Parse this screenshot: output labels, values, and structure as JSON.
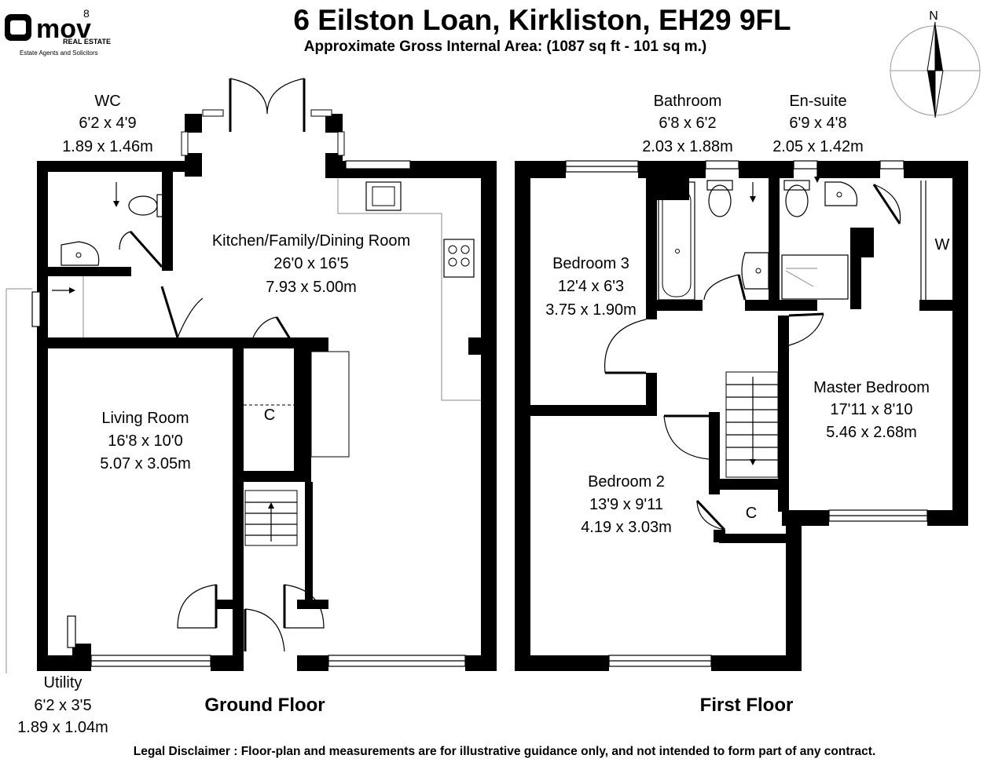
{
  "header": {
    "title": "6 Eilston Loan, Kirkliston, EH29 9FL",
    "subtitle": "Approximate Gross Internal Area: (1087 sq ft - 101 sq m.)"
  },
  "logo": {
    "brand": "mov",
    "superscript": "8",
    "line1": "REAL ESTATE",
    "line2": "Estate Agents and Solicitors"
  },
  "compass": {
    "north_label": "N"
  },
  "floors": {
    "ground": {
      "label": "Ground Floor",
      "rooms": [
        {
          "name": "WC",
          "imperial": "6'2 x 4'9",
          "metric": "1.89 x 1.46m"
        },
        {
          "name": "Kitchen/Family/Dining Room",
          "imperial": "26'0 x 16'5",
          "metric": "7.93 x 5.00m"
        },
        {
          "name": "Living Room",
          "imperial": "16'8 x 10'0",
          "metric": "5.07 x 3.05m"
        },
        {
          "name": "Utility",
          "imperial": "6'2 x 3'5",
          "metric": "1.89 x 1.04m"
        }
      ],
      "cupboard_label": "C"
    },
    "first": {
      "label": "First Floor",
      "rooms": [
        {
          "name": "Bathroom",
          "imperial": "6'8 x 6'2",
          "metric": "2.03 x 1.88m"
        },
        {
          "name": "En-suite",
          "imperial": "6'9 x 4'8",
          "metric": "2.05 x 1.42m"
        },
        {
          "name": "Bedroom 3",
          "imperial": "12'4 x 6'3",
          "metric": "3.75 x 1.90m"
        },
        {
          "name": "Master Bedroom",
          "imperial": "17'11 x 8'10",
          "metric": "5.46 x 2.68m"
        },
        {
          "name": "Bedroom 2",
          "imperial": "13'9 x 9'11",
          "metric": "4.19 x 3.03m"
        }
      ],
      "cupboard_label": "C",
      "wardrobe_label": "W"
    }
  },
  "footer": {
    "disclaimer": "Legal Disclaimer : Floor-plan and measurements are for illustrative guidance only, and not intended to form part of any contract."
  }
}
